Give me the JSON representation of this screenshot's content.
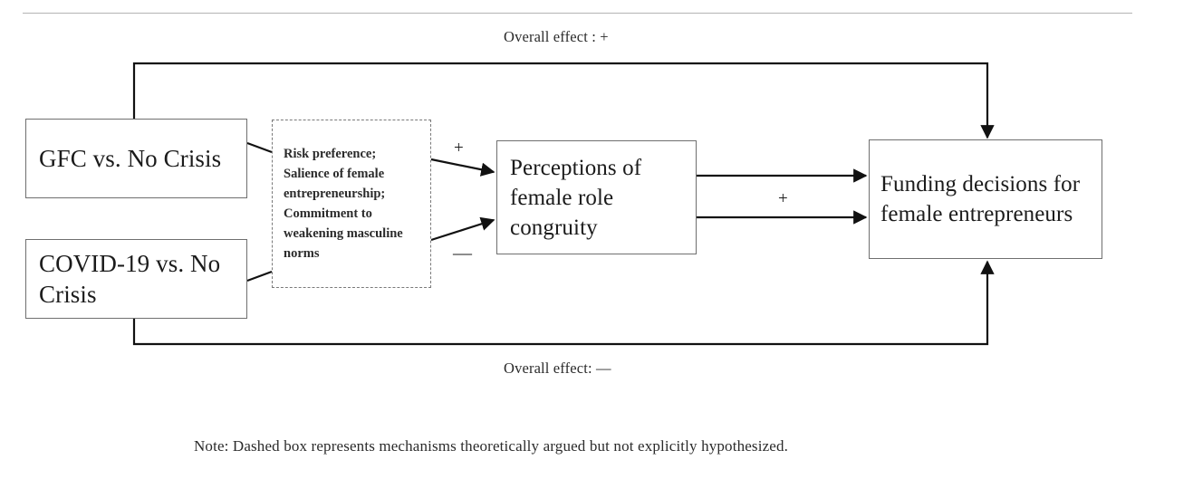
{
  "figure": {
    "nodes": {
      "gfc": "GFC vs. No Crisis",
      "covid": "COVID-19 vs. No Crisis",
      "mechanisms": "Risk preference; Salience of female entrepreneurship; Commitment to weakening masculine norms",
      "perceptions": "Perceptions of female role congruity",
      "funding": "Funding decisions for female entrepreneurs"
    },
    "edge_labels": {
      "gfc_to_perceptions": "+",
      "covid_to_perceptions": "—",
      "perceptions_to_funding": "+"
    },
    "captions": {
      "overall_top": "Overall effect : +",
      "overall_bottom": "Overall effect: —",
      "note": "Note: Dashed box represents mechanisms theoretically argued but not explicitly hypothesized."
    },
    "colors": {
      "box_border": "#6f6f6f",
      "dashed_border": "#7a7a7a",
      "line": "#111111",
      "rule": "#b4b4b4",
      "text": "#1b1b1b",
      "background": "#ffffff"
    }
  }
}
